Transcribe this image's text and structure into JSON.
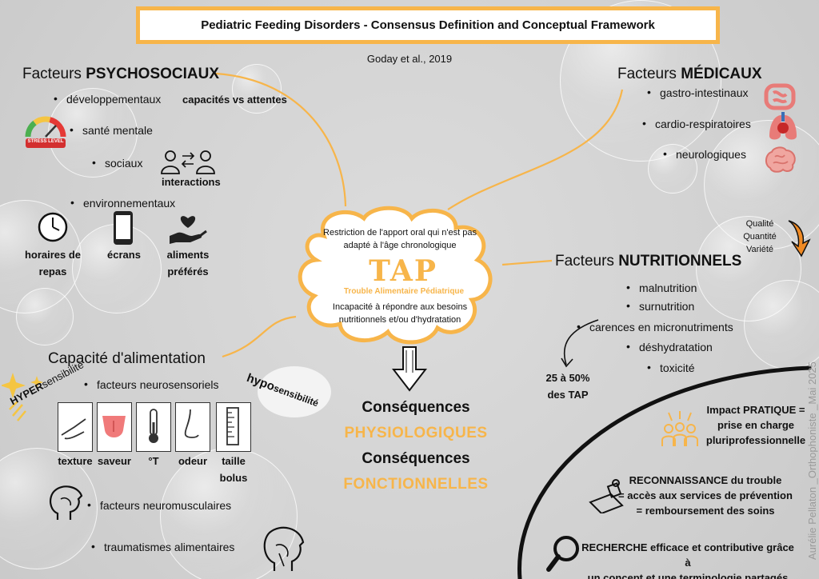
{
  "title": "Pediatric Feeding Disorders - Consensus Definition and Conceptual Framework",
  "source": "Goday et al., 2019",
  "center": {
    "top_text_1": "Restriction de l'apport oral qui n'est pas",
    "top_text_2": "adapté à l'âge chronologique",
    "acronym": "TAP",
    "acronym_full": "Trouble Alimentaire Pédiatrique",
    "bottom_text_1": "Incapacité à répondre aux besoins",
    "bottom_text_2": "nutritionnels et/ou d'hydratation"
  },
  "consequences": {
    "line1": "Conséquences",
    "line2": "PHYSIOLOGIQUES",
    "line3": "Conséquences",
    "line4": "FONCTIONNELLES"
  },
  "psycho": {
    "header_a": "Facteurs ",
    "header_b": "PSYCHOSOCIAUX",
    "developpementaux": "développementaux",
    "capacites": "capacités vs attentes",
    "stress_label": "STRESS LEVEL",
    "sante_mentale": "santé mentale",
    "sociaux": "sociaux",
    "interactions": "interactions",
    "environnementaux": "environnementaux",
    "horaires_1": "horaires de",
    "horaires_2": "repas",
    "ecrans": "écrans",
    "aliments_1": "aliments",
    "aliments_2": "préférés"
  },
  "medical": {
    "header_a": "Facteurs ",
    "header_b": "MÉDICAUX",
    "gastro": "gastro-intestinaux",
    "cardio": "cardio-respiratoires",
    "neuro": "neurologiques"
  },
  "nutrition": {
    "header_a": "Facteurs ",
    "header_b": "NUTRITIONNELS",
    "qualite": "Qualité",
    "quantite": "Quantité",
    "variete": "Variété",
    "malnutrition": "malnutrition",
    "surnutrition": "surnutrition",
    "carences": "carences en micronutriments",
    "deshydratation": "déshydratation",
    "toxicite": "toxicité",
    "pct_1": "25 à 50%",
    "pct_2": "des TAP"
  },
  "capacite": {
    "header": "Capacité d'alimentation",
    "hyper_a": "HYPER",
    "hyper_b": "sensibilité",
    "hypo_a": "hypo",
    "hypo_b": "sensibilité",
    "neurosensoriels": "facteurs neurosensoriels",
    "texture": "texture",
    "saveur": "saveur",
    "temperature": "°T",
    "odeur": "odeur",
    "taille_1": "taille",
    "taille_2": "bolus",
    "neuromusculaires": "facteurs neuromusculaires",
    "traumatismes": "traumatismes alimentaires"
  },
  "impacts": {
    "pratique_1": "Impact PRATIQUE =",
    "pratique_2": "prise en charge",
    "pratique_3": "pluriprofessionnelle",
    "reco_1": "RECONNAISSANCE du trouble",
    "reco_2": "= accès aux services de prévention",
    "reco_3": "= remboursement des soins",
    "recherche_1": "RECHERCHE efficace et contributive grâce à",
    "recherche_2": "un concept et une terminologie partagés"
  },
  "credit": "Aurélie Pellaton _Orthophoniste _Mai 2025",
  "colors": {
    "accent": "#f7b54a",
    "organ": "#e87b78"
  }
}
